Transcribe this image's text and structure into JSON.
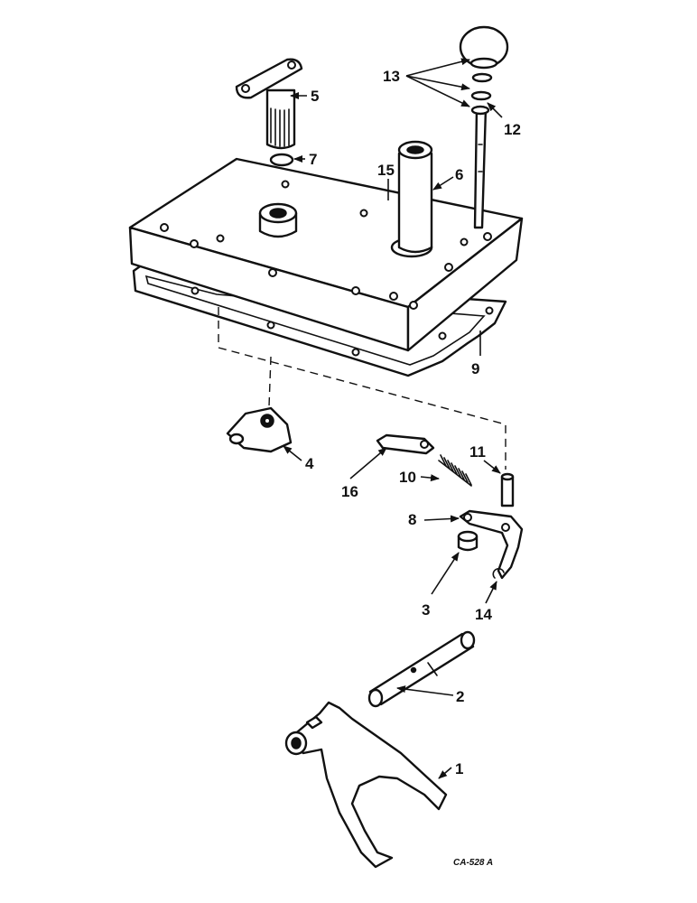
{
  "figure": {
    "reference_code": "CA-528 A"
  },
  "callouts": {
    "c1": "1",
    "c2": "2",
    "c3": "3",
    "c4": "4",
    "c5": "5",
    "c6": "6",
    "c7": "7",
    "c8": "8",
    "c9": "9",
    "c10": "10",
    "c11": "11",
    "c12": "12",
    "c13": "13",
    "c14": "14",
    "c15": "15",
    "c16": "16"
  }
}
